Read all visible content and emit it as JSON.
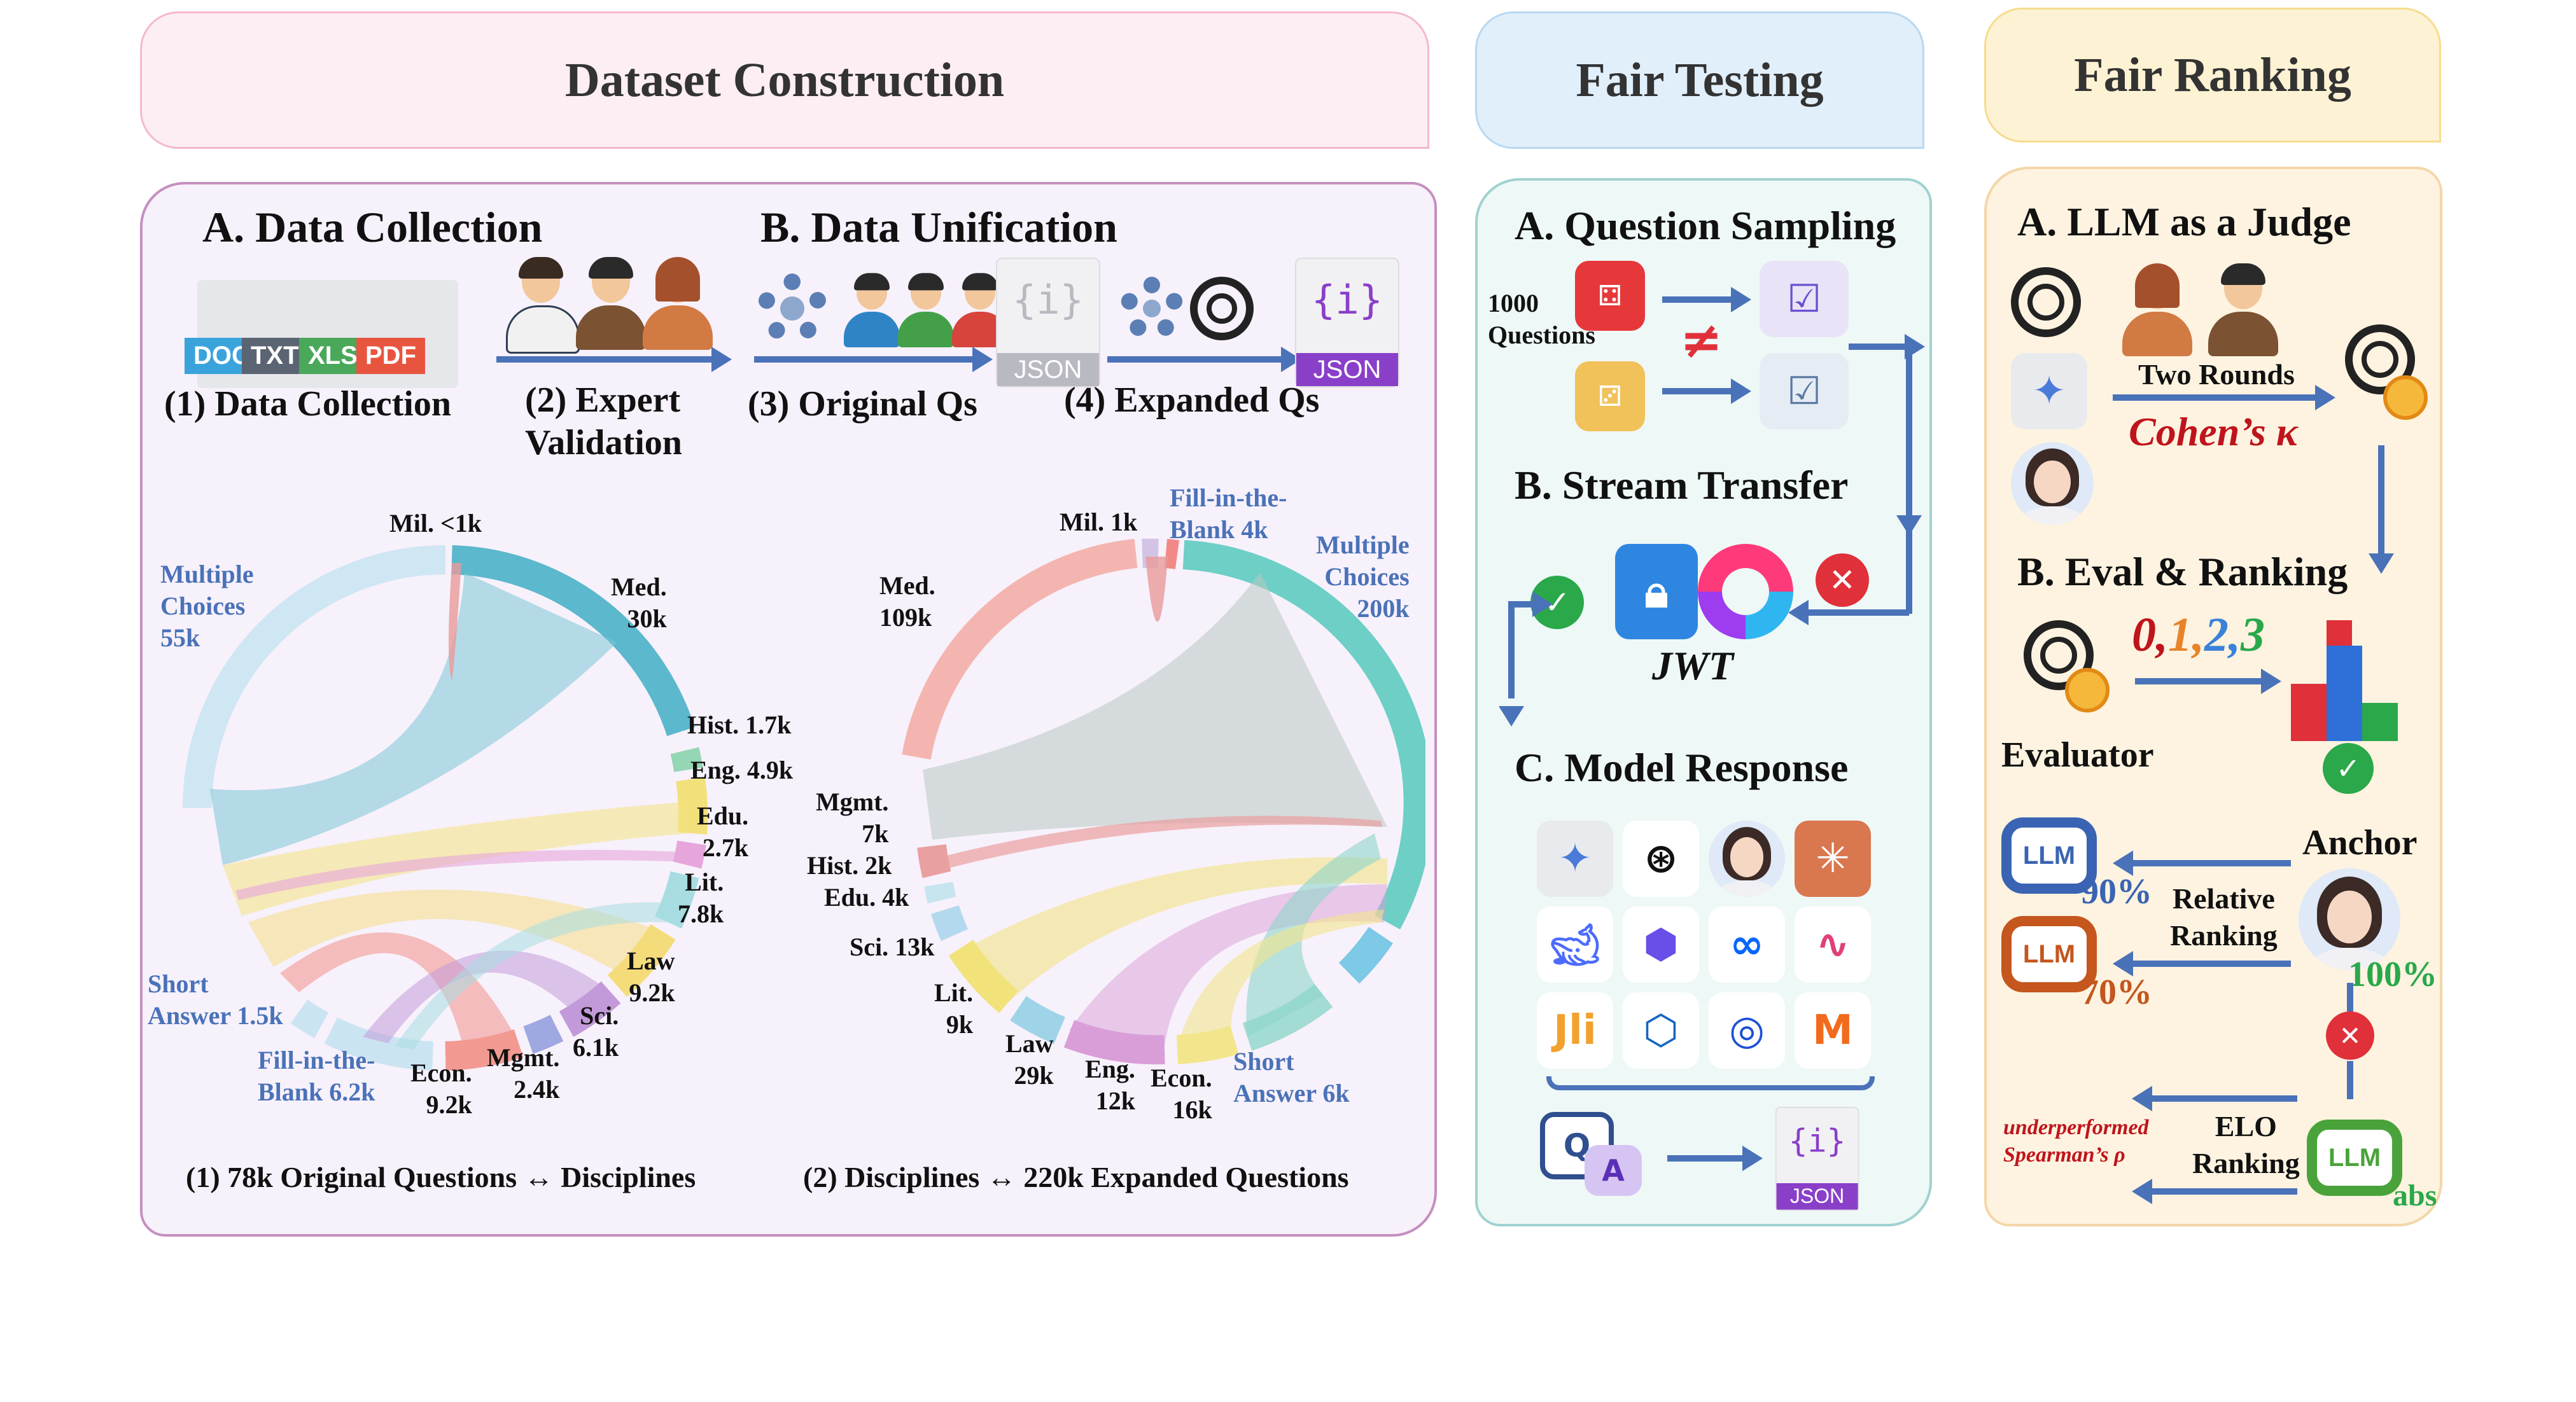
{
  "tabs": {
    "dataset": "Dataset Construction",
    "testing": "Fair Testing",
    "ranking": "Fair Ranking"
  },
  "dataset": {
    "a_title": "A. Data Collection",
    "b_title": "B. Data Unification",
    "file_types": [
      "DOC",
      "TXT",
      "XLS",
      "PDF"
    ],
    "json_label": "JSON",
    "steps": [
      "(1) Data Collection",
      "(2) Expert\nValidation",
      "(3) Original Qs",
      "(4) Expanded Qs"
    ],
    "chord1": {
      "caption": "(1) 78k Original Questions ↔ Disciplines",
      "labels": {
        "mil": "Mil. <1k",
        "med": "Med.\n30k",
        "hist": "Hist. 1.7k",
        "eng": "Eng. 4.9k",
        "edu": "Edu.\n2.7k",
        "lit": "Lit.\n7.8k",
        "law": "Law\n9.2k",
        "sci": "Sci.\n6.1k",
        "mgmt": "Mgmt.\n2.4k",
        "econ": "Econ.\n9.2k",
        "mc": "Multiple\nChoices\n55k",
        "sa": "Short\nAnswer 1.5k",
        "fib": "Fill-in-the-\nBlank 6.2k"
      }
    },
    "chord2": {
      "caption": "(2) Disciplines ↔ 220k Expanded Questions",
      "labels": {
        "mil": "Mil. 1k",
        "fib": "Fill-in-the-\nBlank 4k",
        "mc": "Multiple\nChoices\n200k",
        "med": "Med.\n109k",
        "mgmt": "Mgmt.\n7k",
        "hist": "Hist. 2k",
        "edu": "Edu. 4k",
        "sci": "Sci. 13k",
        "lit": "Lit.\n9k",
        "law": "Law\n29k",
        "eng": "Eng.\n12k",
        "econ": "Econ.\n16k",
        "sa": "Short\nAnswer 6k"
      }
    }
  },
  "testing": {
    "a_title": "A. Question Sampling",
    "questions": "1000\nQuestions",
    "neq": "≠",
    "b_title": "B. Stream Transfer",
    "jwt": "JWT",
    "c_title": "C. Model Response",
    "qa_q": "Q",
    "qa_a": "A"
  },
  "ranking": {
    "a_title": "A. LLM as a Judge",
    "two_rounds": "Two Rounds",
    "cohen": "Cohen’s κ",
    "b_title": "B. Eval & Ranking",
    "scores": [
      "0",
      "1",
      "2",
      "3"
    ],
    "evaluator": "Evaluator",
    "anchor": "Anchor",
    "relative": "Relative\nRanking",
    "p90": "90%",
    "p70": "70%",
    "p100": "100%",
    "elo": "ELO\nRanking",
    "underperformed": "underperformed\nSpearman’s ρ",
    "abs": "abs",
    "llm": "LLM"
  },
  "colors": {
    "arrow": "#4a72b8",
    "dataset_tab": "#fdeef3",
    "testing_tab": "#e3f0fb",
    "ranking_tab": "#fdf3d6",
    "cohen": "#c0141c",
    "green": "#2aa84a"
  }
}
